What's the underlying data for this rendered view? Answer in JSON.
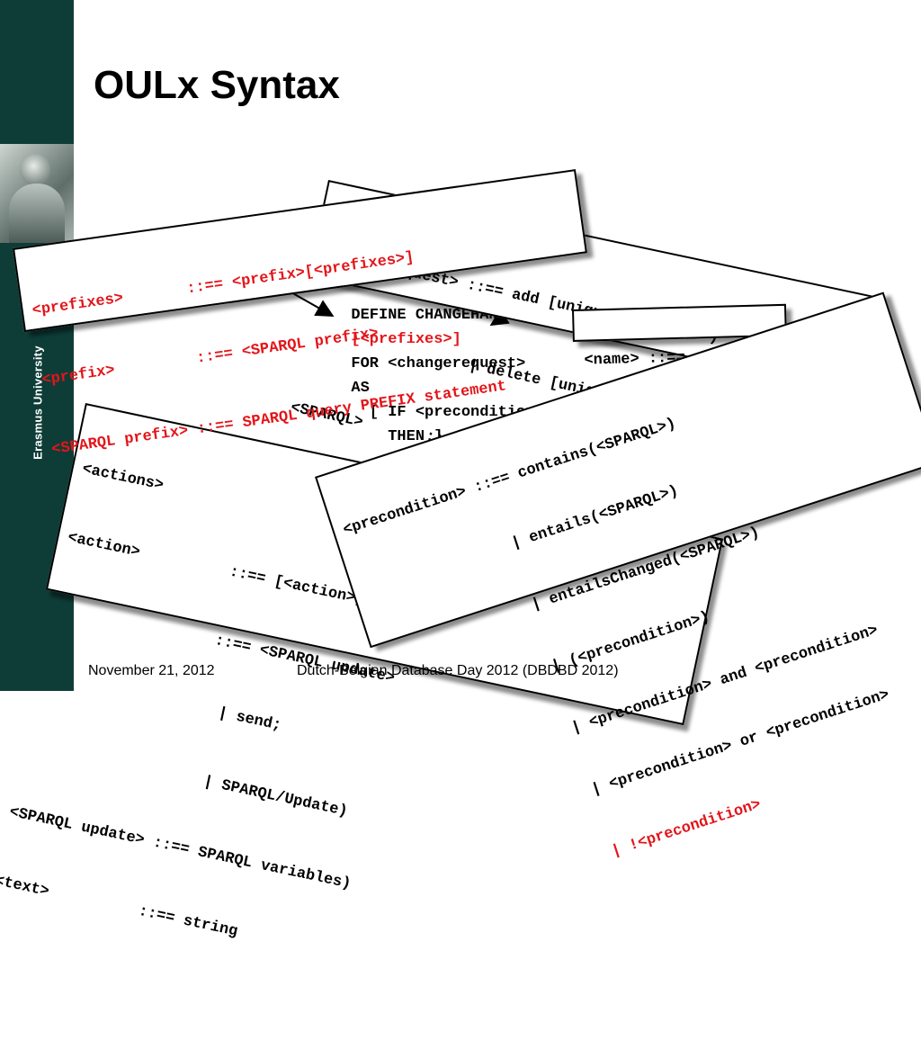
{
  "sidebar": {
    "university_label": "Erasmus University"
  },
  "slide": {
    "title": "OULx Syntax"
  },
  "center_code": {
    "lines": [
      "DEFINE CHANGEHANDLER <name>",
      "[<prefixes>]",
      "FOR <changerequest>",
      "AS",
      "  [ IF <precondition>",
      "    THEN ] <actions>"
    ]
  },
  "changerequest_box": {
    "lines": [
      "<changerequest> ::== add [unique] (<SPARQL>)",
      "                  | delete [unique] (<SPARQL>)",
      "<SPARQL>       ::== SPARQL SELECT query WHERE clause"
    ]
  },
  "prefixes_box": {
    "lines": [
      "<prefixes>       ::== <prefix>[<prefixes>]",
      "<prefix>         ::== <SPARQL prefix>",
      "<SPARQL prefix> ::== SPARQL query PREFIX statement"
    ]
  },
  "name_box": {
    "text": "<name> ::== string"
  },
  "actions_box": {
    "lines": [
      "<actions>",
      "<action>          ::== [<action>]<actions>",
      "                  ::== <SPARQL update>",
      "                    | send;",
      "                    | SPARQL/Update)",
      "<SPARQL update> ::== SPARQL variables)",
      "<text>          ::== string"
    ]
  },
  "precondition_box": {
    "lines": [
      "<precondition> ::== contains(<SPARQL>)",
      "                 | entails(<SPARQL>)",
      "                 | entailsChanged(<SPARQL>)",
      "                 | (<precondition>)",
      "                 | <precondition> and <precondition>",
      "                 | <precondition> or <precondition>",
      "                 | !<precondition>"
    ]
  },
  "footer": {
    "date": "November 21, 2012",
    "event": "Dutch-Belgian Database Day 2012 (DBDBD 2012)"
  },
  "colors": {
    "sidebar": "#0e3d38",
    "highlight": "#e3151a"
  }
}
